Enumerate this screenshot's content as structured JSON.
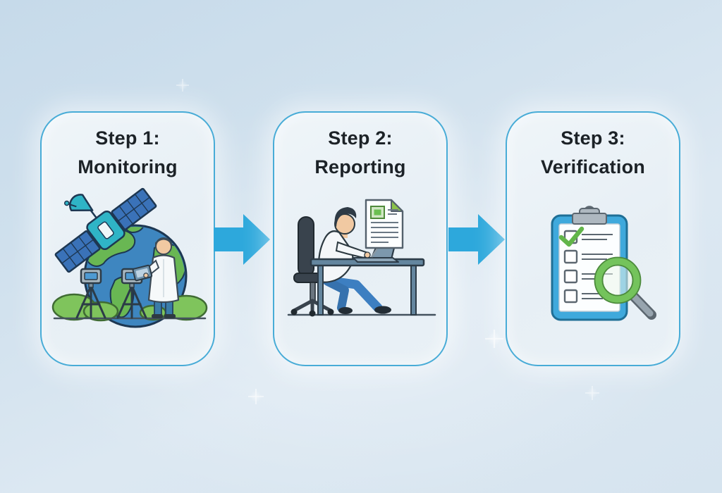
{
  "diagram": {
    "type": "process-flow",
    "steps": [
      {
        "line1": "Step 1:",
        "line2": "Monitoring",
        "illustration": "satellite-earth-field-monitoring"
      },
      {
        "line1": "Step 2:",
        "line2": "Reporting",
        "illustration": "person-at-desk-report"
      },
      {
        "line1": "Step 3:",
        "line2": "Verification",
        "illustration": "clipboard-checklist-magnifier"
      }
    ],
    "colors": {
      "background_top": "#c6daea",
      "background_bottom": "#dce8f2",
      "card_border": "#48acd7",
      "card_fill": "#e9f1f6",
      "arrow": "#2da8dc",
      "title_text": "#1c2227",
      "accent_green": "#6abf51",
      "accent_blue": "#3e86c0"
    }
  }
}
